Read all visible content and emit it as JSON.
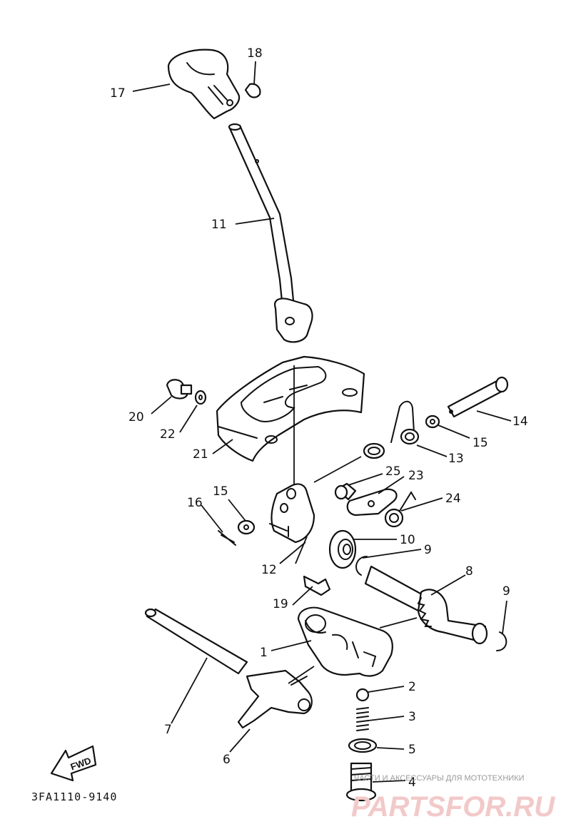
{
  "callouts": [
    {
      "id": "c17",
      "label": "17"
    },
    {
      "id": "c18",
      "label": "18"
    },
    {
      "id": "c11",
      "label": "11"
    },
    {
      "id": "c14",
      "label": "14"
    },
    {
      "id": "c15a",
      "label": "15"
    },
    {
      "id": "c20",
      "label": "20"
    },
    {
      "id": "c22",
      "label": "22"
    },
    {
      "id": "c21",
      "label": "21"
    },
    {
      "id": "c13",
      "label": "13"
    },
    {
      "id": "c25",
      "label": "25"
    },
    {
      "id": "c23",
      "label": "23"
    },
    {
      "id": "c24",
      "label": "24"
    },
    {
      "id": "c15b",
      "label": "15"
    },
    {
      "id": "c16",
      "label": "16"
    },
    {
      "id": "c10",
      "label": "10"
    },
    {
      "id": "c9a",
      "label": "9"
    },
    {
      "id": "c8",
      "label": "8"
    },
    {
      "id": "c9b",
      "label": "9"
    },
    {
      "id": "c12",
      "label": "12"
    },
    {
      "id": "c19",
      "label": "19"
    },
    {
      "id": "c1",
      "label": "1"
    },
    {
      "id": "c2",
      "label": "2"
    },
    {
      "id": "c3",
      "label": "3"
    },
    {
      "id": "c5",
      "label": "5"
    },
    {
      "id": "c7",
      "label": "7"
    },
    {
      "id": "c6",
      "label": "6"
    },
    {
      "id": "c4",
      "label": "4"
    }
  ],
  "fwd_label": "FWD",
  "diagram_code": "3FA1110-9140",
  "watermark": {
    "tagline": "ЧАСТИ И АКСЕССУАРЫ ДЛЯ МОТОТЕХНИКИ",
    "brand": "PARTSFOR.RU"
  }
}
